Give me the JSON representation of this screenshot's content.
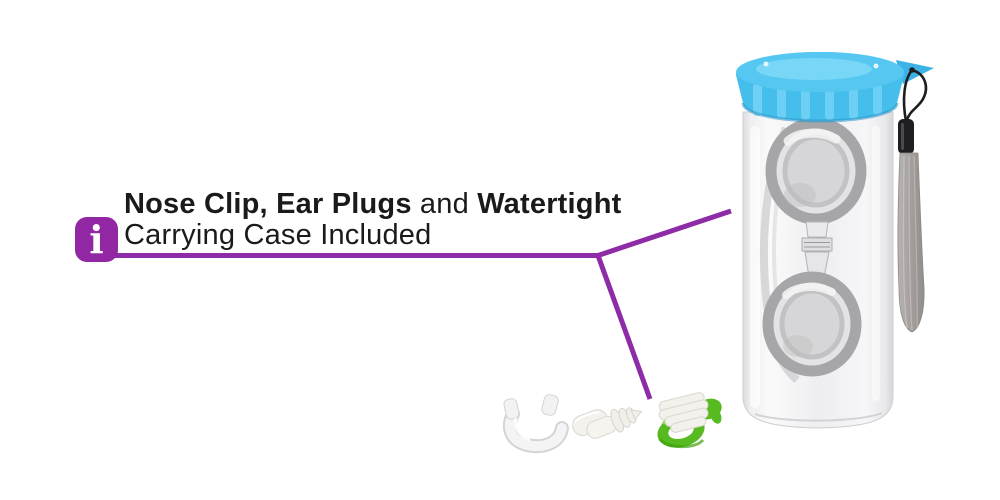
{
  "caption": {
    "info_glyph": "i",
    "line1_bold_a": "Nose Clip,",
    "line1_bold_b": "Ear Plugs",
    "line1_regular": "and",
    "line1_bold_c": "Watertight",
    "line2": "Carrying Case Included"
  },
  "colors": {
    "accent_purple": "#8E2BA6",
    "info_icon_purple": "#9227A3",
    "lid_blue": "#45BEEC",
    "lid_blue_light": "#79D4F7",
    "lid_blue_dark": "#2E9FD4",
    "case_gray": "#EFEFF1",
    "goggle_rim_gray": "#A6A6A8",
    "strap_gray": "#A9A5A2",
    "cord_black": "#1E1E20",
    "earplug_green": "#57BA20",
    "plastic_white": "#F3F1EC",
    "text_black": "#1A1A1A",
    "background_white": "#FFFFFF"
  },
  "scene": {
    "objects": [
      "goggle-case-with-blue-lid-and-lanyard",
      "nose-clip",
      "ear-plugs",
      "green-ring-ear-plug"
    ]
  }
}
